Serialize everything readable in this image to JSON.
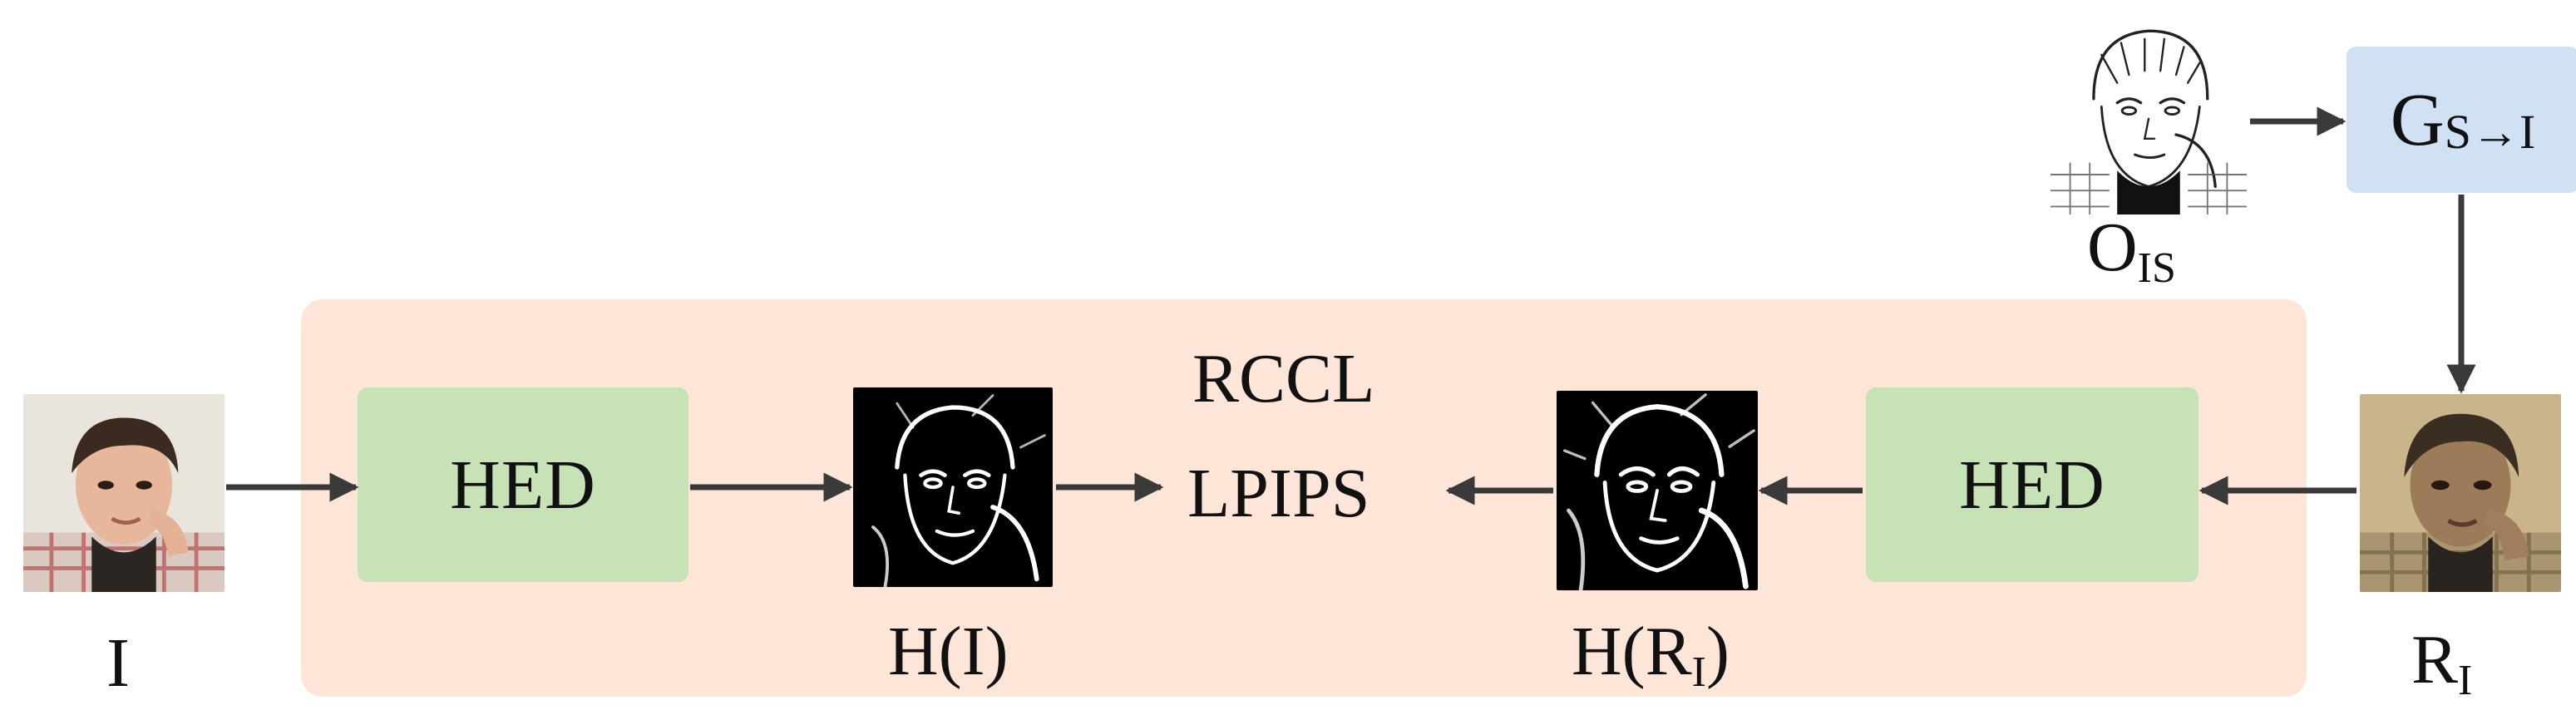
{
  "labels": {
    "rccl": "RCCL",
    "lpips": "LPIPS",
    "hed_left": "HED",
    "hed_right": "HED",
    "input": "I",
    "h_input": "H(I)",
    "h_ri_prefix": "H(R",
    "h_ri_sub": "I",
    "h_ri_suffix": ")",
    "ri_main": "R",
    "ri_sub": "I",
    "ois_main": "O",
    "ois_sub": "IS",
    "gen_main": "G",
    "gen_sub": "S→I"
  },
  "colors": {
    "rccl_panel": "#fde5d8",
    "hed_box": "#c6e2b6",
    "generator_box": "#cfe1f3",
    "arrow": "#3a3a3a"
  },
  "icons": {
    "input_photo": "face-photo",
    "sketch_photo": "face-sketch",
    "reconstructed_photo": "face-photo-reconstructed",
    "edge_map_input": "edge-map",
    "edge_map_reconstructed": "edge-map"
  }
}
